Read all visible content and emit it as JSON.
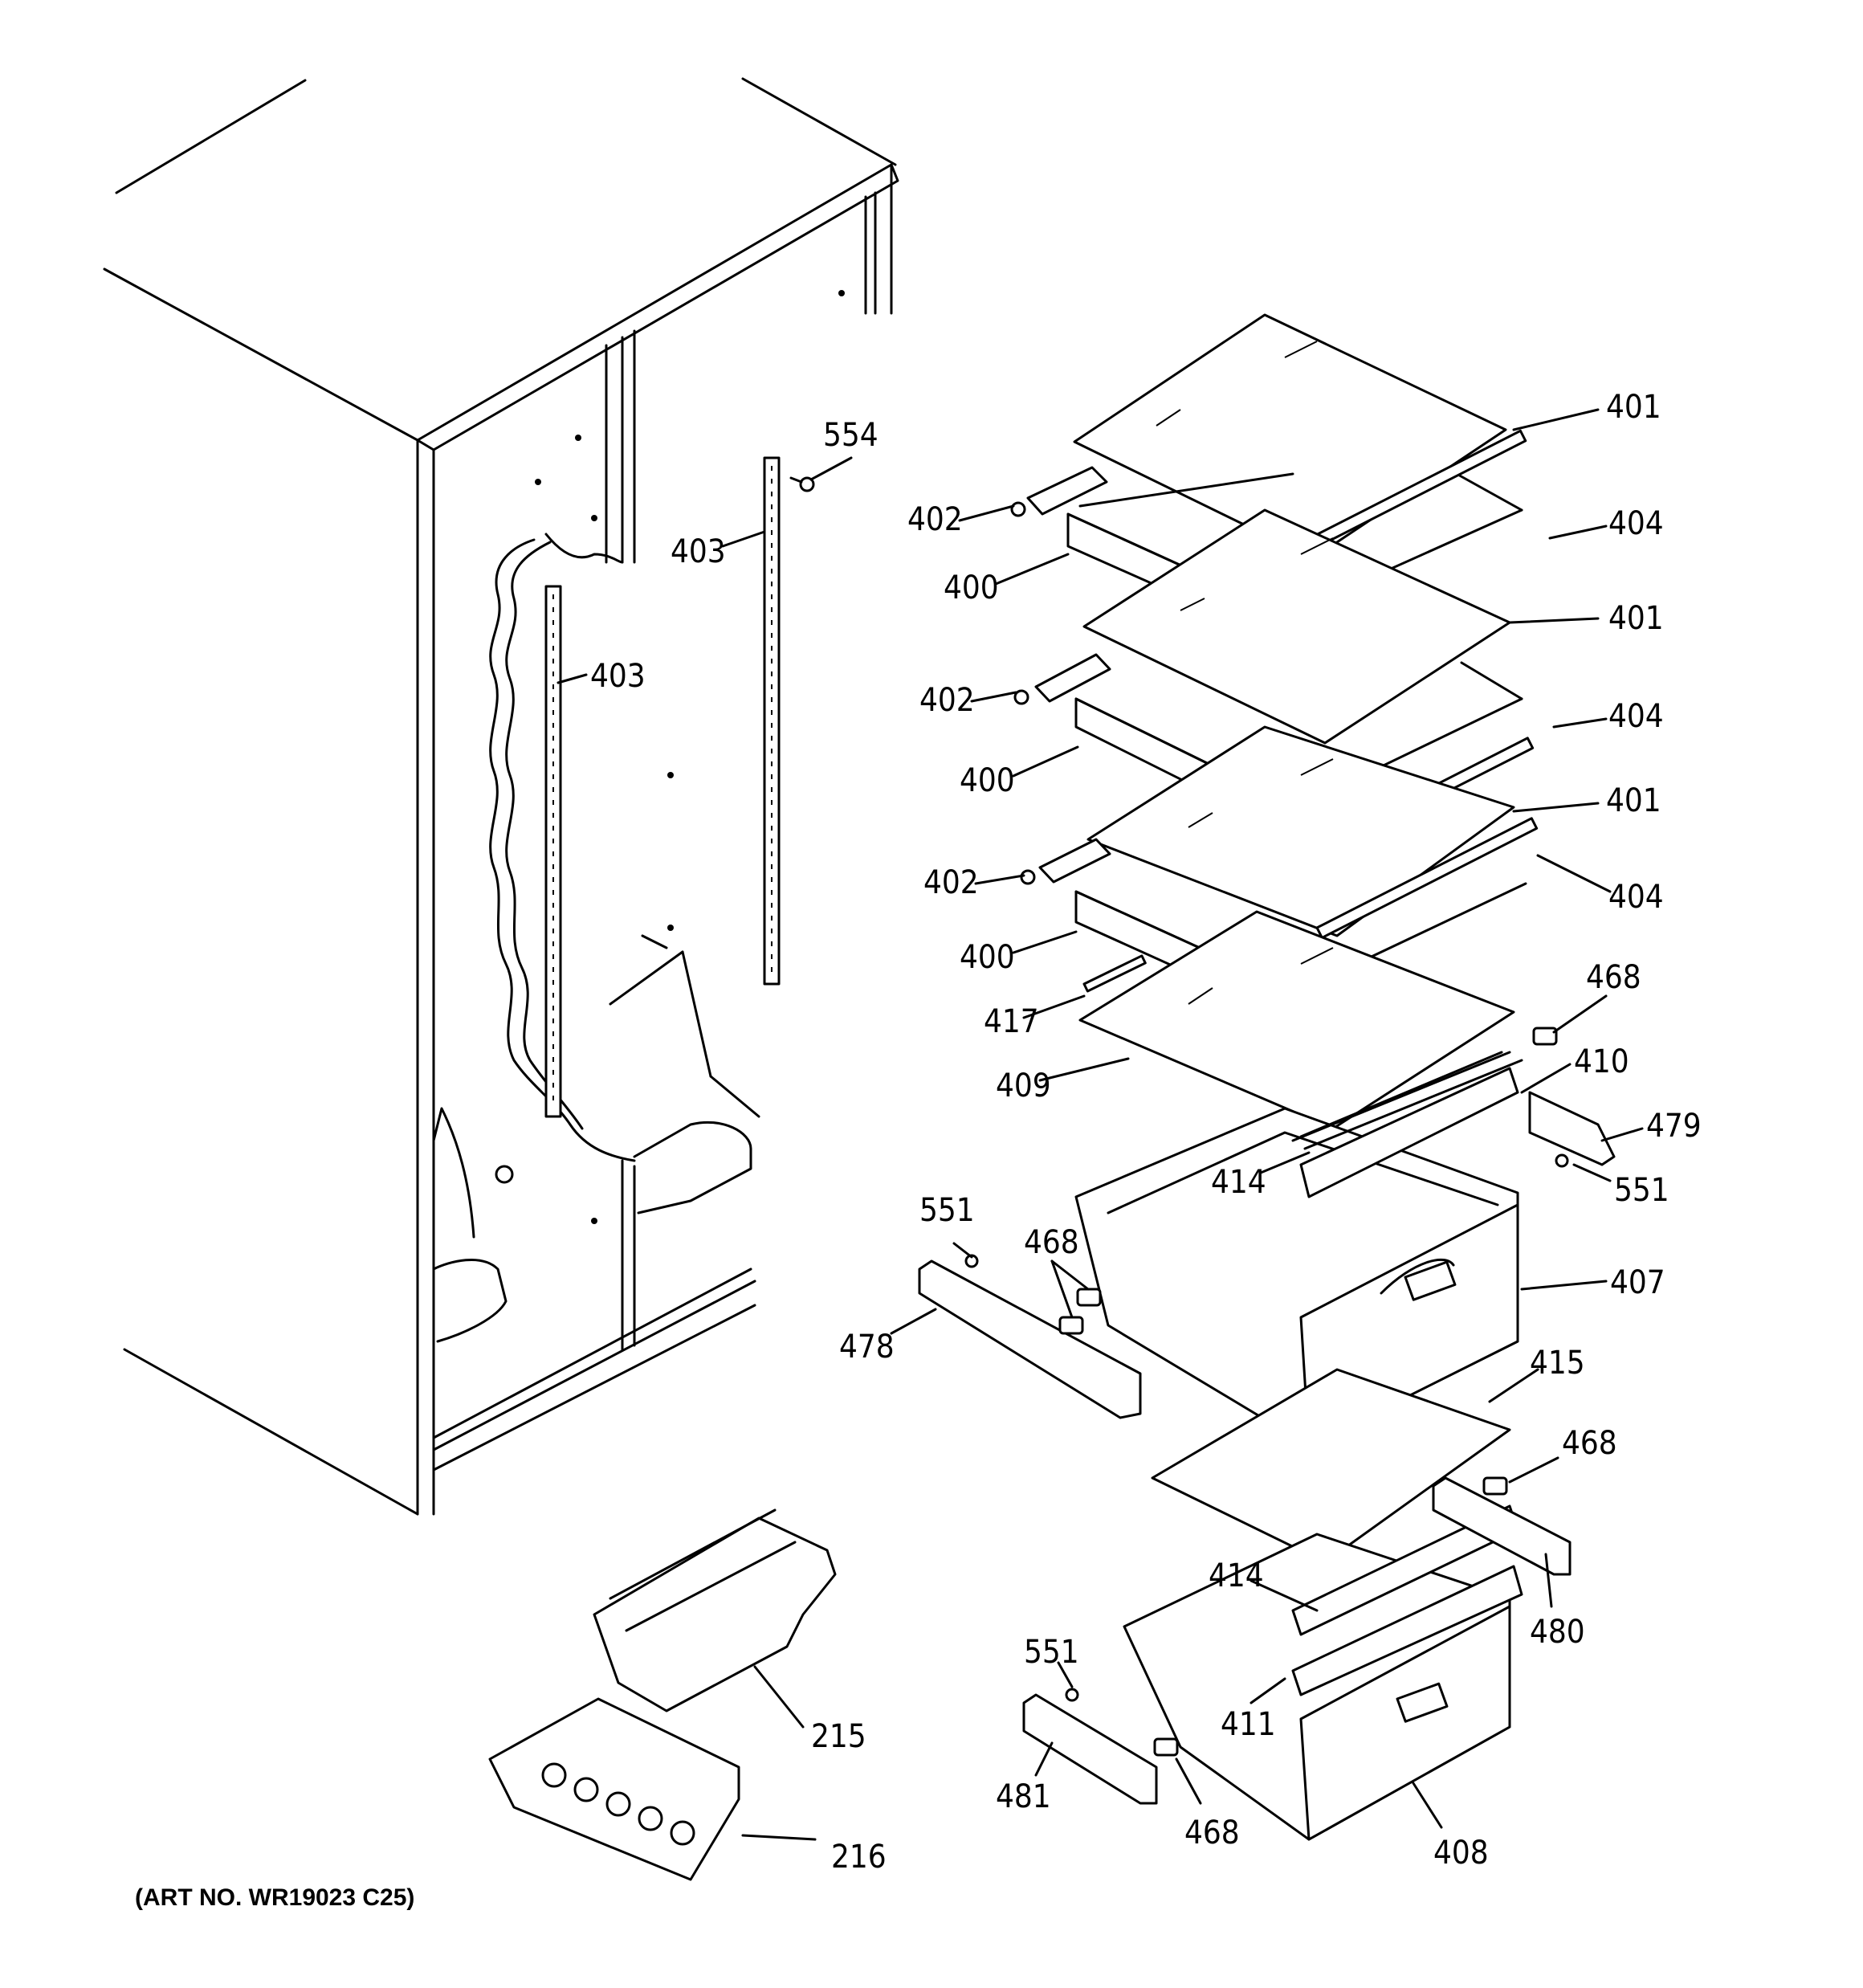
{
  "art_number": "(ART NO. WR19023 C25)",
  "labels": {
    "l401a": "401",
    "l404a": "404",
    "l401b": "401",
    "l404b": "404",
    "l401c": "401",
    "l404c": "404",
    "l402a": "402",
    "l400a": "400",
    "l402b": "402",
    "l400b": "400",
    "l402c": "402",
    "l400c": "400",
    "l554": "554",
    "l403a": "403",
    "l403b": "403",
    "l468a": "468",
    "l410": "410",
    "l479": "479",
    "l551a": "551",
    "l417": "417",
    "l409": "409",
    "l414a": "414",
    "l407": "407",
    "l551b": "551",
    "l468b": "468",
    "l478": "478",
    "l415": "415",
    "l468c": "468",
    "l414b": "414",
    "l480": "480",
    "l551c": "551",
    "l411": "411",
    "l481": "481",
    "l468d": "468",
    "l408": "408",
    "l215": "215",
    "l216": "216"
  }
}
